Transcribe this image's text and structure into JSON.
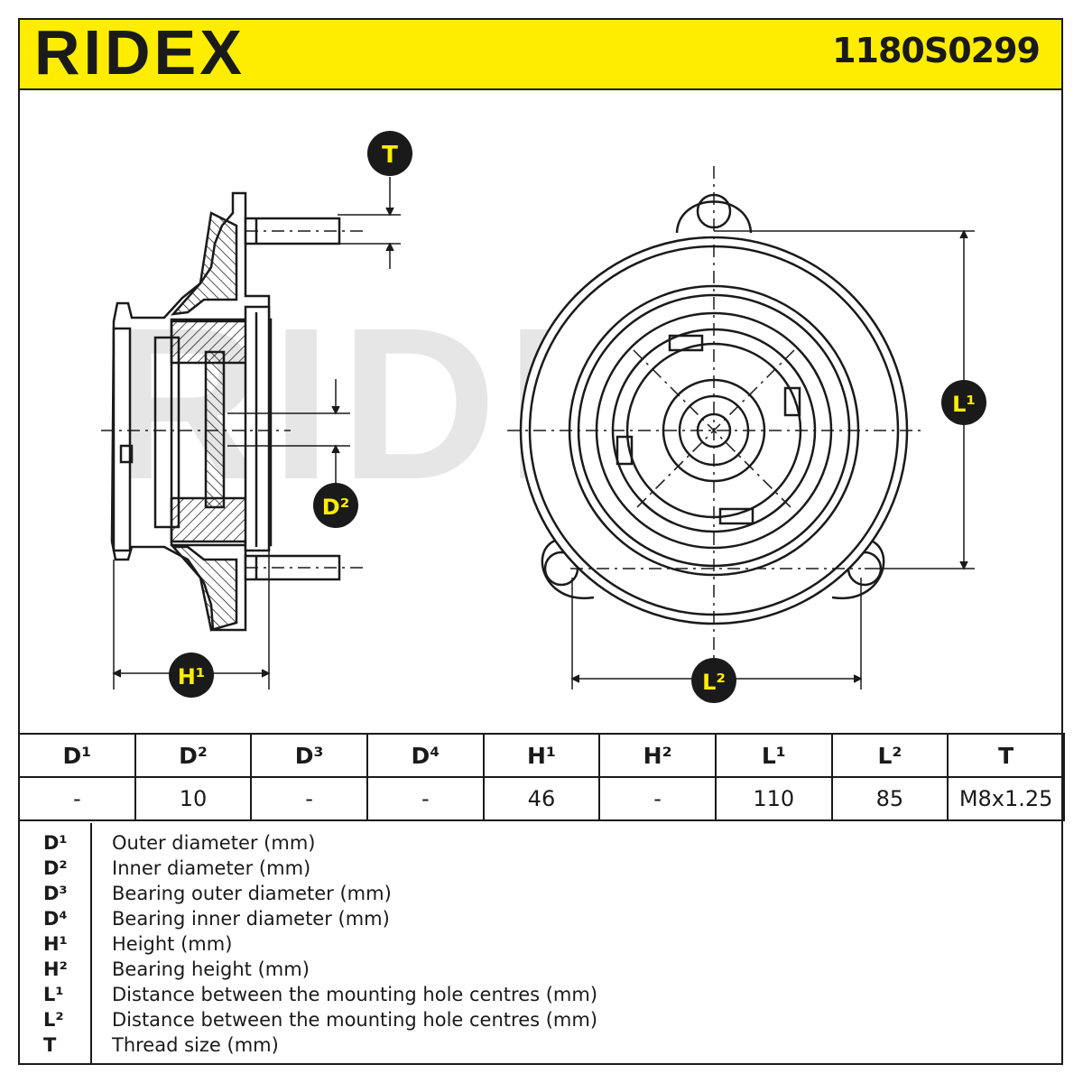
{
  "header": {
    "brand": "RIDEX",
    "part_number": "1180S0299",
    "accent_color": "#ffed00"
  },
  "diagram": {
    "watermark": "RIDEX",
    "labels": {
      "T": "T",
      "D2": "D²",
      "H1": "H¹",
      "L1": "L¹",
      "L2": "L²"
    }
  },
  "spec_table": {
    "headers": [
      "D¹",
      "D²",
      "D³",
      "D⁴",
      "H¹",
      "H²",
      "L¹",
      "L²",
      "T"
    ],
    "values": [
      "-",
      "10",
      "-",
      "-",
      "46",
      "-",
      "110",
      "85",
      "M8x1.25"
    ]
  },
  "legend": [
    {
      "symbol": "D¹",
      "description": "Outer diameter (mm)"
    },
    {
      "symbol": "D²",
      "description": "Inner diameter (mm)"
    },
    {
      "symbol": "D³",
      "description": "Bearing outer diameter (mm)"
    },
    {
      "symbol": "D⁴",
      "description": "Bearing inner diameter (mm)"
    },
    {
      "symbol": "H¹",
      "description": "Height (mm)"
    },
    {
      "symbol": "H²",
      "description": "Bearing height (mm)"
    },
    {
      "symbol": "L¹",
      "description": "Distance between the mounting hole centres (mm)"
    },
    {
      "symbol": "L²",
      "description": "Distance between the mounting hole centres (mm)"
    },
    {
      "symbol": "T",
      "description": "Thread size (mm)"
    }
  ]
}
